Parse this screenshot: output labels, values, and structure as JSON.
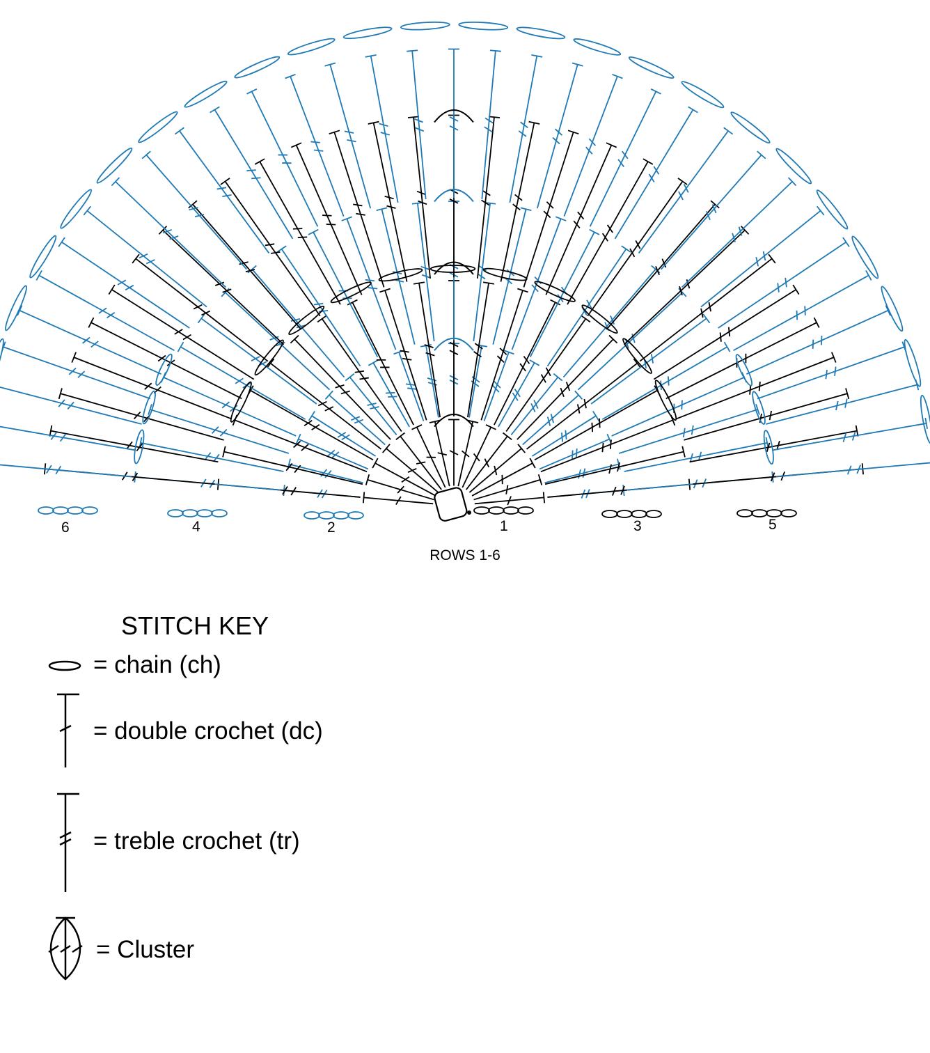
{
  "diagram": {
    "caption": "ROWS 1-6",
    "row_labels": [
      "1",
      "2",
      "3",
      "4",
      "5",
      "6"
    ],
    "colors": {
      "odd_rows_ink": "#000000",
      "even_rows_ink": "#1f7ab5",
      "background": "#ffffff"
    }
  },
  "stitch_key": {
    "title": "STITCH KEY",
    "items": [
      {
        "icon": "chain-symbol-icon",
        "label": "= chain (ch)"
      },
      {
        "icon": "double-crochet-symbol-icon",
        "label": "= double crochet (dc)"
      },
      {
        "icon": "treble-crochet-symbol-icon",
        "label": "= treble crochet (tr)"
      },
      {
        "icon": "cluster-symbol-icon",
        "label": "= Cluster"
      }
    ]
  }
}
